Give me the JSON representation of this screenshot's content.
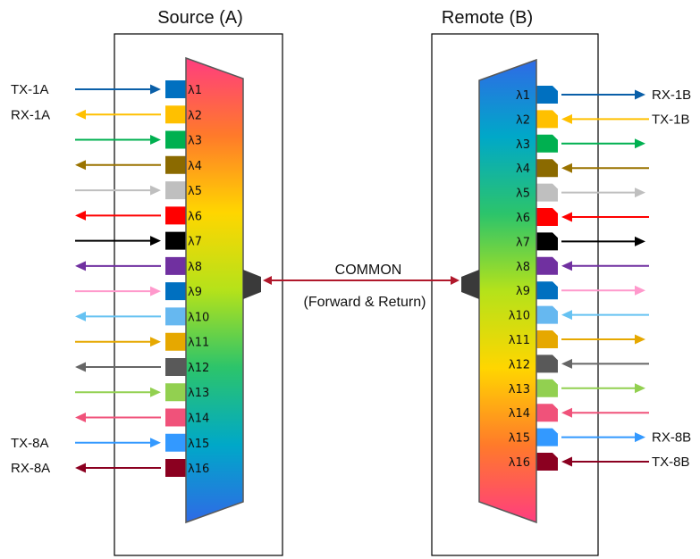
{
  "source": {
    "title": "Source (A)",
    "channel_labels": [
      "λ1",
      "λ2",
      "λ3",
      "λ4",
      "λ5",
      "λ6",
      "λ7",
      "λ8",
      "λ9",
      "λ10",
      "λ11",
      "λ12",
      "λ13",
      "λ14",
      "λ15",
      "λ16"
    ],
    "port_labels": [
      {
        "channel": 1,
        "text": "TX-1A"
      },
      {
        "channel": 2,
        "text": "RX-1A"
      },
      {
        "channel": 15,
        "text": "TX-8A"
      },
      {
        "channel": 16,
        "text": "RX-8A"
      }
    ]
  },
  "remote": {
    "title": "Remote (B)",
    "channel_labels": [
      "λ1",
      "λ2",
      "λ3",
      "λ4",
      "λ5",
      "λ6",
      "λ7",
      "λ8",
      "λ9",
      "λ10",
      "λ11",
      "λ12",
      "λ13",
      "λ14",
      "λ15",
      "λ16"
    ],
    "port_labels": [
      {
        "channel": 1,
        "text": "RX-1B"
      },
      {
        "channel": 2,
        "text": "TX-1B"
      },
      {
        "channel": 15,
        "text": "RX-8B"
      },
      {
        "channel": 16,
        "text": "TX-8B"
      }
    ]
  },
  "common": {
    "line1": "COMMON",
    "line2": "(Forward & Return)",
    "color": "#b0182b"
  },
  "channels": [
    {
      "color": "#0a5fa8",
      "source_dir": "in"
    },
    {
      "color": "#ffc000",
      "source_dir": "out"
    },
    {
      "color": "#00b050",
      "source_dir": "in"
    },
    {
      "color": "#9a7300",
      "source_dir": "out"
    },
    {
      "color": "#bfbfbf",
      "source_dir": "in"
    },
    {
      "color": "#ff0000",
      "source_dir": "out"
    },
    {
      "color": "#000000",
      "source_dir": "in"
    },
    {
      "color": "#7030a0",
      "source_dir": "out"
    },
    {
      "color": "#ff99cc",
      "source_dir": "in"
    },
    {
      "color": "#66c2f2",
      "source_dir": "out"
    },
    {
      "color": "#e6a800",
      "source_dir": "in"
    },
    {
      "color": "#666666",
      "source_dir": "out"
    },
    {
      "color": "#92d050",
      "source_dir": "in"
    },
    {
      "color": "#f0527a",
      "source_dir": "out"
    },
    {
      "color": "#3399ff",
      "source_dir": "in"
    },
    {
      "color": "#8b0020",
      "source_dir": "out"
    }
  ],
  "port_colors": [
    "#0070c0",
    "#ffc000",
    "#00b050",
    "#8b6a00",
    "#bfbfbf",
    "#ff0000",
    "#000000",
    "#7030a0",
    "#0070c0",
    "#66b8f0",
    "#e6a800",
    "#595959",
    "#92d050",
    "#f0527a",
    "#3399ff",
    "#8b0020"
  ],
  "mux_gradient": [
    "#ff3d7f",
    "#ff7a2a",
    "#ffd600",
    "#b5e21a",
    "#2cc46b",
    "#00a8c8",
    "#2f6ae6"
  ],
  "common_port_color": "#3a3a3a"
}
